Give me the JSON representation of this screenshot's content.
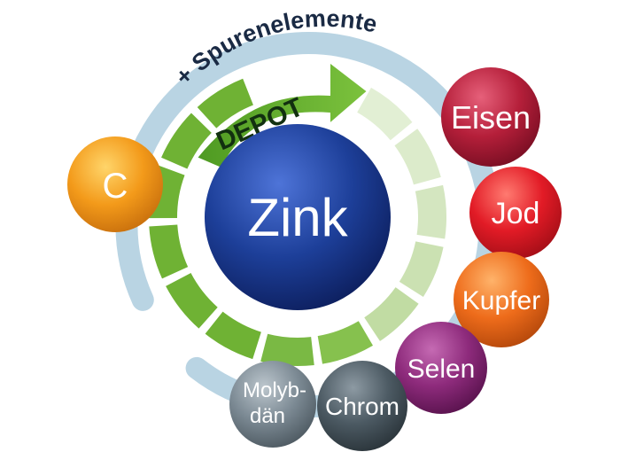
{
  "outer_ring": {
    "label": "+ Spurenelemente"
  },
  "depot": {
    "label": "DEPOT"
  },
  "center": {
    "label": "Zink"
  },
  "vitamin": {
    "label": "C"
  },
  "elements": {
    "eisen": {
      "label": "Eisen"
    },
    "jod": {
      "label": "Jod"
    },
    "kupfer": {
      "label": "Kupfer"
    },
    "selen": {
      "label": "Selen"
    },
    "chrom": {
      "label": "Chrom"
    },
    "molybdaen": {
      "line1": "Molyb-",
      "line2": "dän"
    }
  },
  "colors": {
    "ring_blue": "#b9d4e3",
    "depot_green": "#6fb234",
    "zink_blue": "#1d3f99",
    "vitamin_orange": "#f39a1a",
    "eisen": "#b51f3a",
    "jod": "#e21b26",
    "kupfer": "#ee6c1b",
    "selen": "#8e2b7c",
    "chrom": "#4c5a63",
    "molybdaen": "#7c8a94"
  }
}
